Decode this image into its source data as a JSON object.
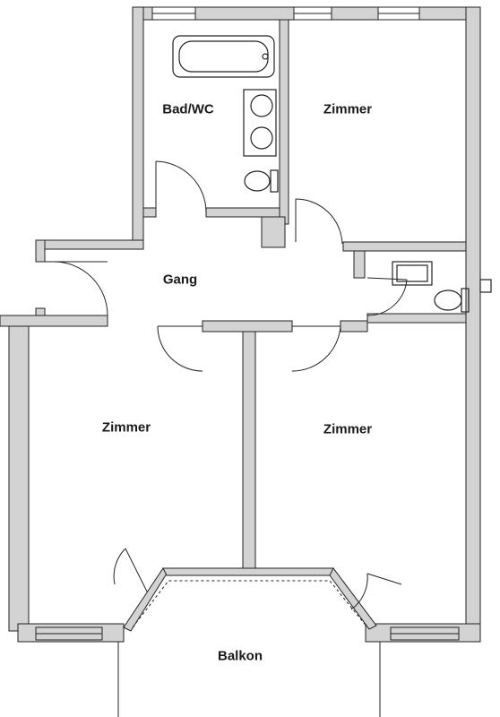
{
  "rooms": {
    "bathroom": "Bad/WC",
    "room_top_right": "Zimmer",
    "hallway": "Gang",
    "room_bottom_left": "Zimmer",
    "room_bottom_right": "Zimmer",
    "balcony": "Balkon"
  },
  "colors": {
    "wall_fill": "#d3d3d3",
    "line": "#222222",
    "background": "#ffffff"
  }
}
